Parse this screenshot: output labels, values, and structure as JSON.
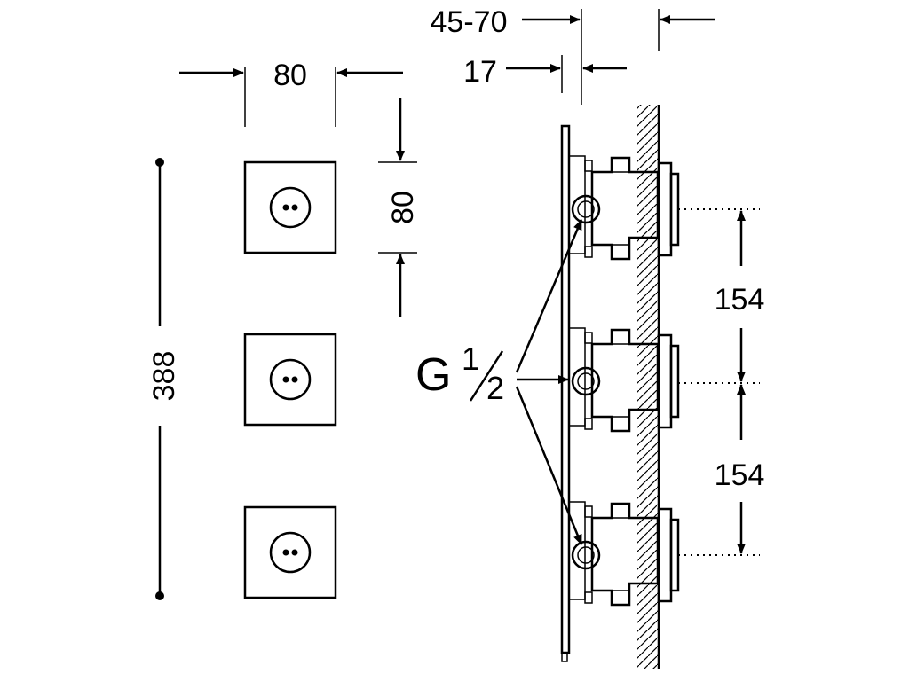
{
  "front_view": {
    "width_label": "80",
    "height_label": "80",
    "total_height_label": "388"
  },
  "side_view": {
    "depth_range_label": "45-70",
    "plate_offset_label": "17",
    "spacing_top_label": "154",
    "spacing_bottom_label": "154",
    "thread_prefix": "G",
    "thread_num": "1",
    "thread_den": "2"
  }
}
